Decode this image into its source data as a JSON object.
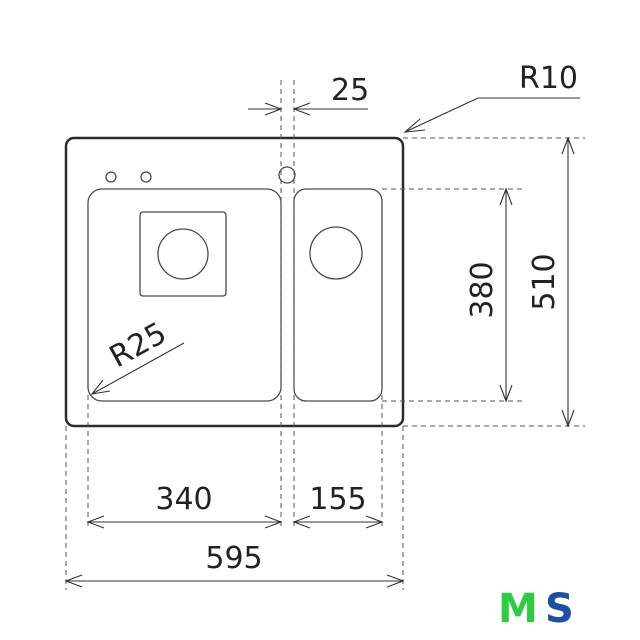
{
  "dimensions": {
    "faucet_offset": "25",
    "corner_radius_outer": "R10",
    "small_bowl_depth": "380",
    "overall_depth": "510",
    "corner_radius_bowl": "R25",
    "large_bowl_width": "340",
    "small_bowl_width": "155",
    "overall_width": "595"
  },
  "logo": {
    "letter_m": "M",
    "letter_s": "S",
    "color_m": "#2ecc40",
    "color_s": "#1f4fa0"
  }
}
